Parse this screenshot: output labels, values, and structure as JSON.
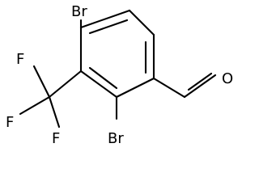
{
  "molecule": {
    "atoms": {
      "br_top": "Br",
      "br_bottom": "Br",
      "f_top": "F",
      "f_left": "F",
      "f_bottom": "F",
      "o": "O"
    }
  }
}
